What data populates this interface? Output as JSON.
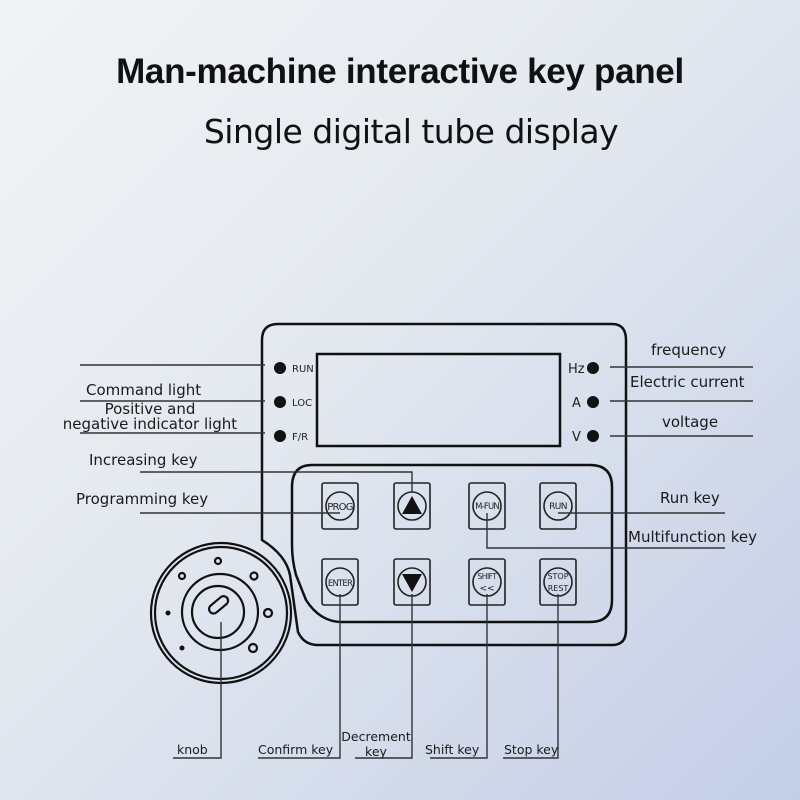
{
  "title": "Man-machine interactive key panel",
  "subtitle": "Single digital tube display",
  "panel": {
    "left_indicators": [
      "RUN",
      "LOC",
      "F/R"
    ],
    "right_indicators": [
      "Hz",
      "A",
      "V"
    ],
    "keys": {
      "prog": "PROG",
      "up": "▲",
      "mfun": "M-FUN",
      "run": "RUN",
      "enter": "ENTER",
      "down": "▼",
      "shift_top": "SHIFT",
      "shift_bottom": "<<",
      "stop_top": "STOP",
      "stop_bottom": "REST"
    }
  },
  "callouts": {
    "command_light": "Command light",
    "fr_light_line1": "Positive and",
    "fr_light_line2": "negative indicator light",
    "increasing_key": "Increasing key",
    "programming_key": "Programming key",
    "frequency": "frequency",
    "electric_current": "Electric current",
    "voltage": "voltage",
    "run_key": "Run key",
    "multifunction_key": "Multifunction key",
    "knob": "knob",
    "confirm_key": "Confirm key",
    "decrement_key_line1": "Decrement",
    "decrement_key_line2": "key",
    "shift_key": "Shift key",
    "stop_key": "Stop key"
  }
}
